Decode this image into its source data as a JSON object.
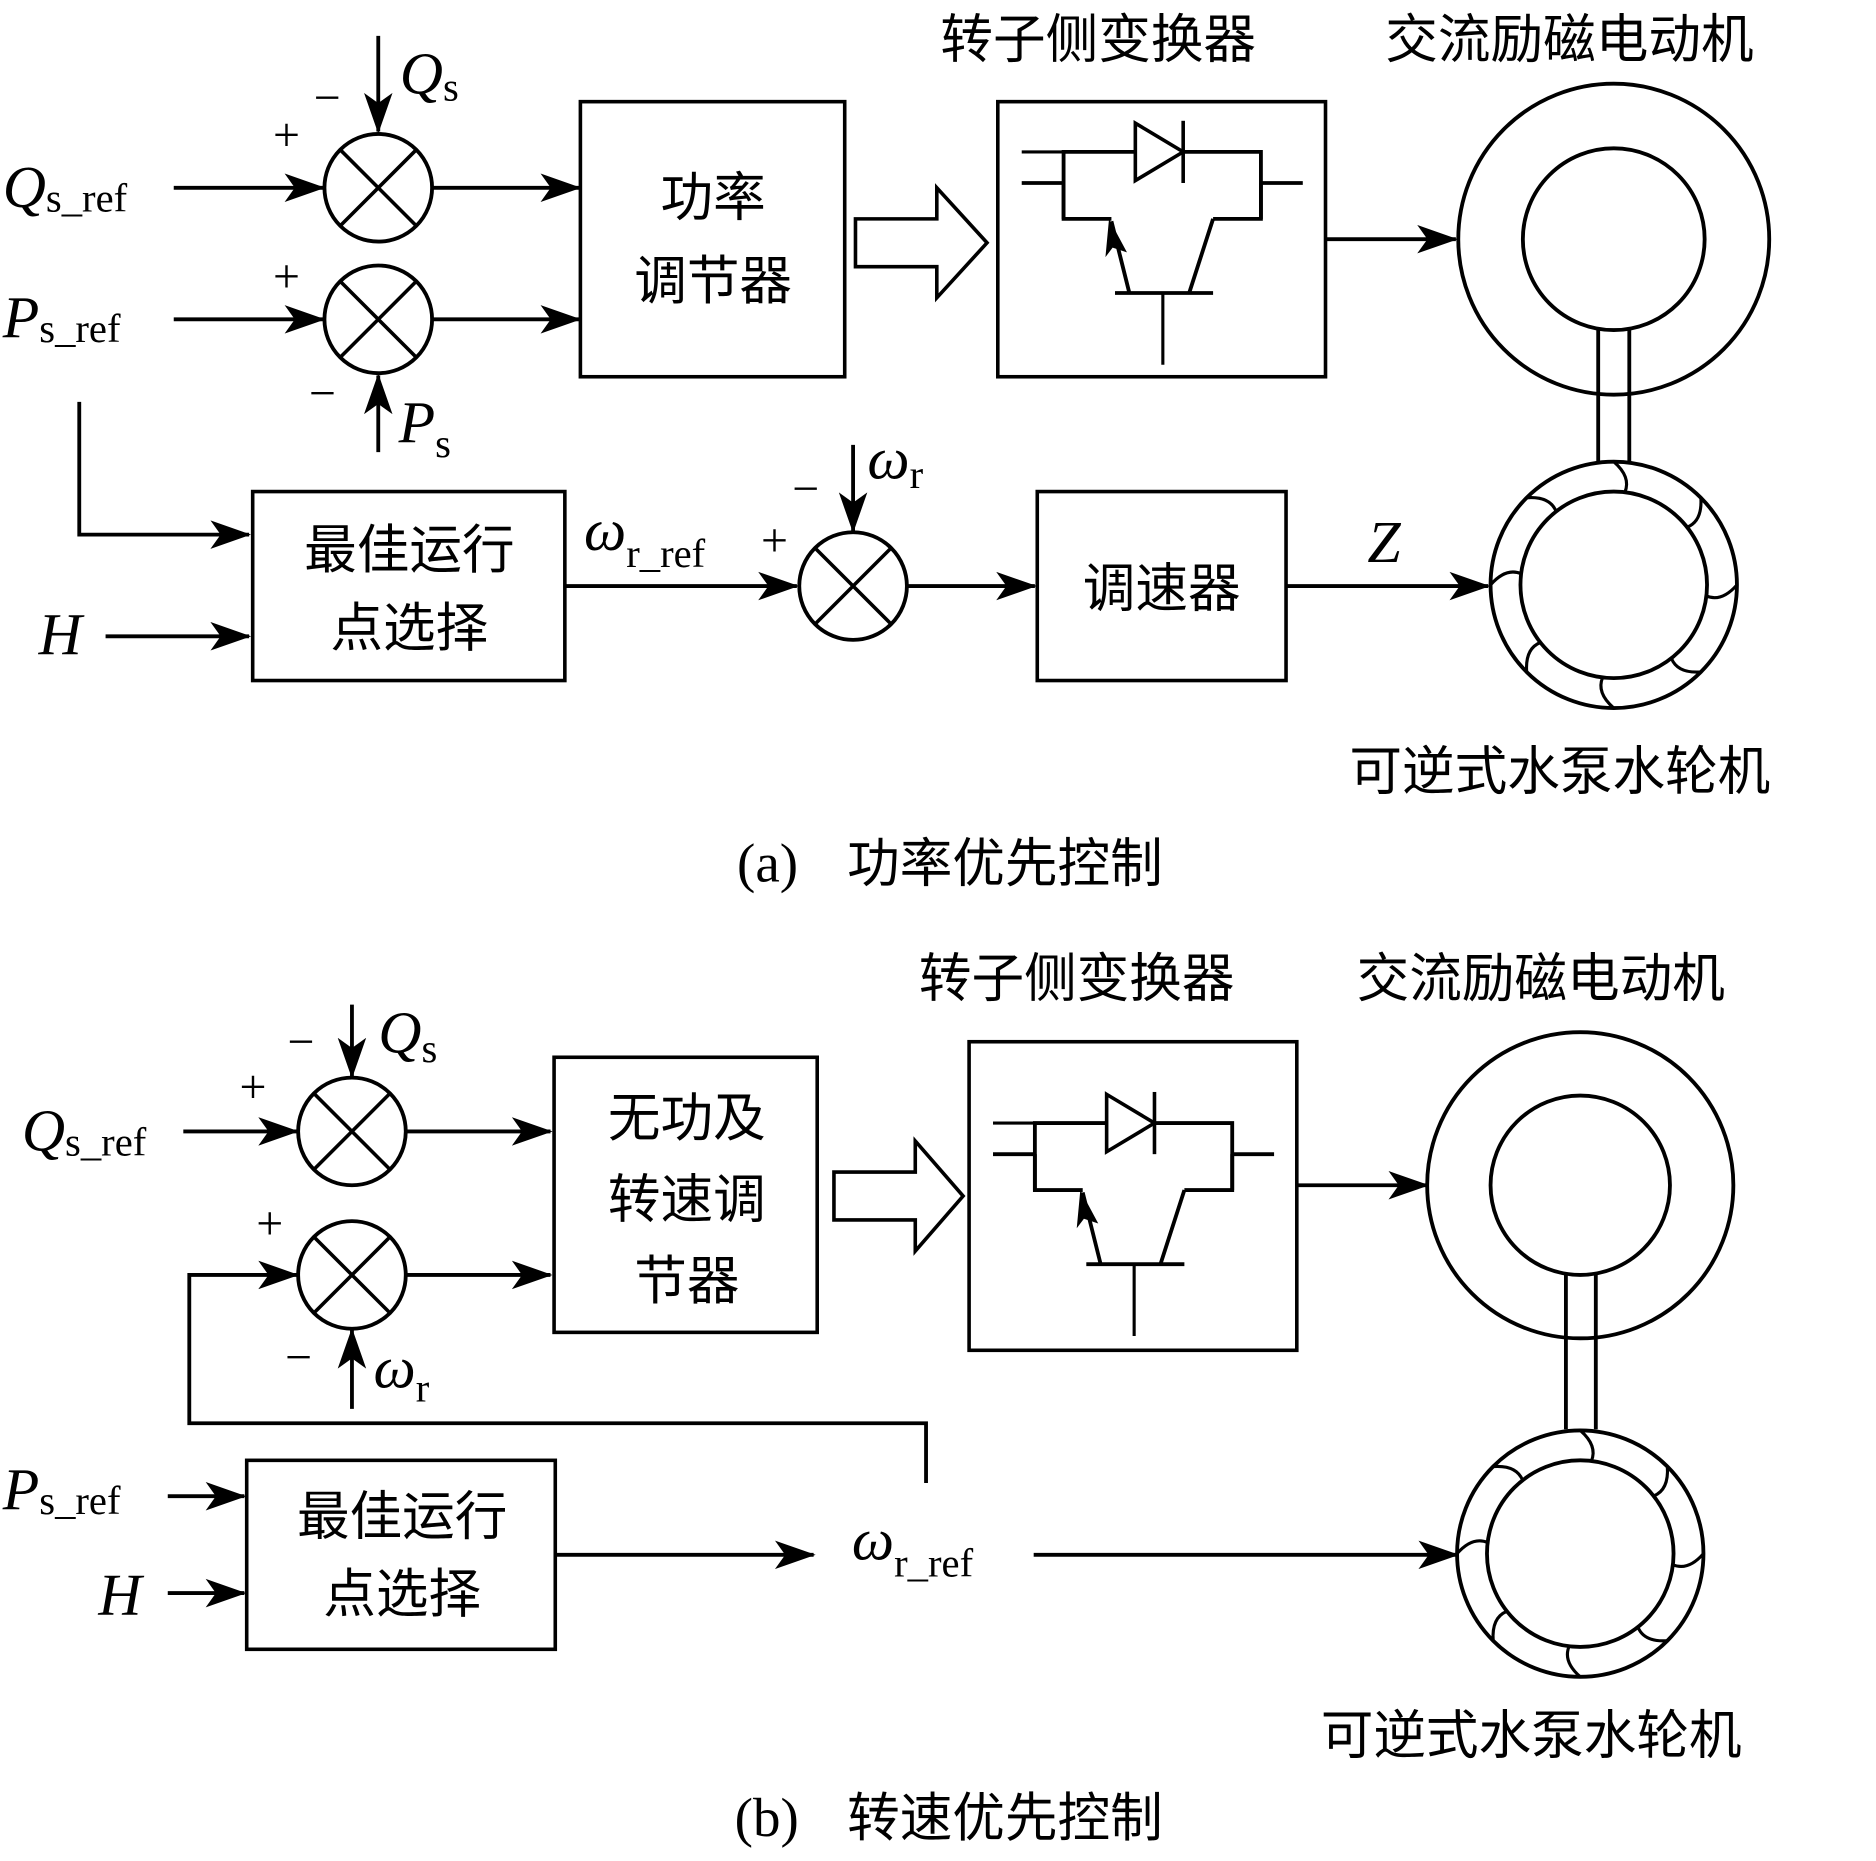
{
  "panel_a": {
    "caption_tag": "(a)",
    "caption_text": "功率优先控制",
    "converter_label": "转子侧变换器",
    "motor_label": "交流励磁电动机",
    "turbine_label": "可逆式水泵水轮机",
    "inputs": {
      "q_ref": {
        "main": "Q",
        "sub": "s_ref"
      },
      "p_ref": {
        "main": "P",
        "sub": "s_ref"
      },
      "h": {
        "main": "H"
      }
    },
    "feedback": {
      "qs": {
        "main": "Q",
        "sub": "s"
      },
      "ps": {
        "main": "P",
        "sub": "s"
      },
      "wr": {
        "main": "ω",
        "sub": "r"
      }
    },
    "signals": {
      "wr_ref": {
        "main": "ω",
        "sub": "r_ref"
      },
      "z": {
        "main": "Z"
      }
    },
    "signs": {
      "plus": "+",
      "minus": "−"
    },
    "blocks": {
      "power_regulator": [
        "功率",
        "调节器"
      ],
      "optimal_point": [
        "最佳运行",
        "点选择"
      ],
      "speed_governor": [
        "调速器"
      ]
    }
  },
  "panel_b": {
    "caption_tag": "(b)",
    "caption_text": "转速优先控制",
    "converter_label": "转子侧变换器",
    "motor_label": "交流励磁电动机",
    "turbine_label": "可逆式水泵水轮机",
    "inputs": {
      "q_ref": {
        "main": "Q",
        "sub": "s_ref"
      },
      "p_ref": {
        "main": "P",
        "sub": "s_ref"
      },
      "h": {
        "main": "H"
      }
    },
    "feedback": {
      "qs": {
        "main": "Q",
        "sub": "s"
      },
      "wr": {
        "main": "ω",
        "sub": "r"
      }
    },
    "signals": {
      "wr_ref": {
        "main": "ω",
        "sub": "r_ref"
      }
    },
    "signs": {
      "plus": "+",
      "minus": "−"
    },
    "blocks": {
      "reactive_speed_regulator": [
        "无功及",
        "转速调",
        "节器"
      ],
      "optimal_point": [
        "最佳运行",
        "点选择"
      ]
    }
  }
}
